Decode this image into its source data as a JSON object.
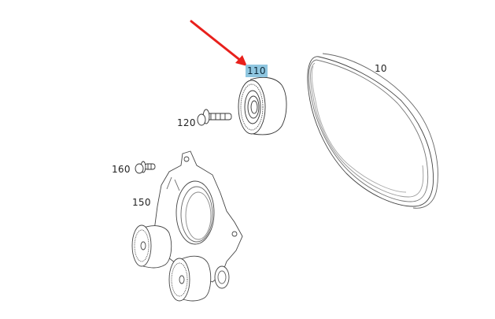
{
  "diagram": {
    "type": "exploded-parts-view",
    "highlight_color": "#8fc6e0",
    "arrow_color": "#e8201c",
    "callouts": [
      {
        "id": "10",
        "label": "10",
        "part": "drive-belt"
      },
      {
        "id": "110",
        "label": "110",
        "part": "idler-pulley",
        "highlighted": true
      },
      {
        "id": "120",
        "label": "120",
        "part": "pulley-bolt"
      },
      {
        "id": "150",
        "label": "150",
        "part": "tensioner-bracket-assembly"
      },
      {
        "id": "160",
        "label": "160",
        "part": "bracket-bolt"
      }
    ]
  }
}
